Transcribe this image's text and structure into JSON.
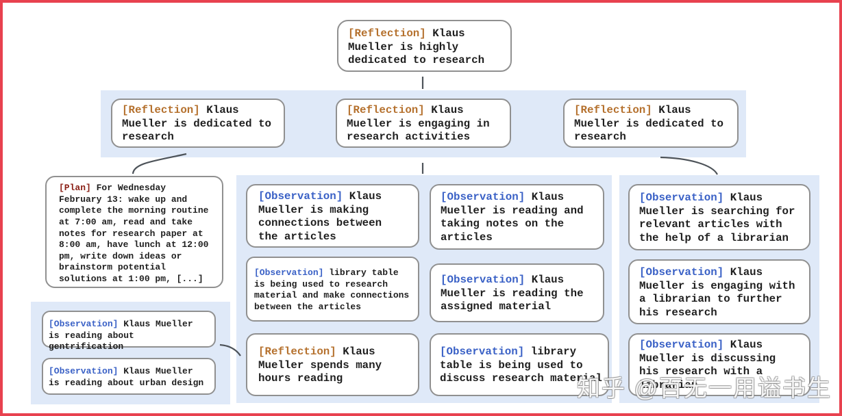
{
  "colors": {
    "frame_border": "#e8424f",
    "band_bg": "#dfe9f8",
    "box_border": "#909090",
    "text": "#1f1f1f",
    "reflection_tag": "#b5712e",
    "observation_tag": "#3a61c6",
    "plan_tag": "#8b2016",
    "arrow": "#4d5359"
  },
  "watermark": "知乎 @百无一用谥书生",
  "nodes": {
    "root": {
      "tag": "[Reflection]",
      "text": "Klaus Mueller is highly dedicated to research"
    },
    "l2_left": {
      "tag": "[Reflection]",
      "text": "Klaus Mueller is dedicated to research"
    },
    "l2_mid": {
      "tag": "[Reflection]",
      "text": "Klaus Mueller is engaging in research activities"
    },
    "l2_right": {
      "tag": "[Reflection]",
      "text": "Klaus Mueller is dedicated to research"
    },
    "plan": {
      "tag": "[Plan]",
      "text": "For Wednesday February 13: wake up and complete the morning routine at 7:00 am, read and take notes for research paper at 8:00 am, have lunch at 12:00 pm, write down ideas or brainstorm potential solutions at 1:00 pm, [...]"
    },
    "obs_gentrification": {
      "tag": "[Observation]",
      "text": "Klaus Mueller is reading about gentrification"
    },
    "obs_urban_design": {
      "tag": "[Observation]",
      "text": "Klaus Mueller is reading about urban design"
    },
    "obs_connections": {
      "tag": "[Observation]",
      "text": "Klaus Mueller is making connections between the articles"
    },
    "obs_library_research": {
      "tag": "[Observation]",
      "text": "library table is being used to research material and make connections between the articles"
    },
    "refl_hours": {
      "tag": "[Reflection]",
      "text": "Klaus Mueller spends many hours reading"
    },
    "obs_reading_notes": {
      "tag": "[Observation]",
      "text": "Klaus Mueller is reading and taking notes on the articles"
    },
    "obs_assigned": {
      "tag": "[Observation]",
      "text": "Klaus Mueller is reading the assigned material"
    },
    "obs_library_discuss": {
      "tag": "[Observation]",
      "text": "library table is being used to discuss research material"
    },
    "obs_searching": {
      "tag": "[Observation]",
      "text": "Klaus Mueller is searching for relevant articles with the help of a librarian"
    },
    "obs_engaging_librarian": {
      "tag": "[Observation]",
      "text": "Klaus Mueller is engaging with a librarian to further his research"
    },
    "obs_discussing": {
      "tag": "[Observation]",
      "text": "Klaus Mueller is discussing his research with a librarian"
    }
  }
}
